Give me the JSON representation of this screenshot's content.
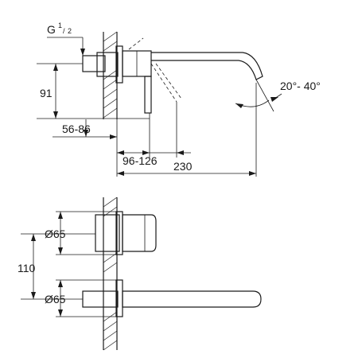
{
  "labels": {
    "thread": "G",
    "thread_num": "1",
    "thread_den": "2",
    "height_91": "91",
    "range_56_86": "56-86",
    "range_96_126": "96-126",
    "length_230": "230",
    "angle": "20°- 40°",
    "dia_top": "Ø65",
    "dia_bottom": "Ø65",
    "spacing_110": "110"
  }
}
